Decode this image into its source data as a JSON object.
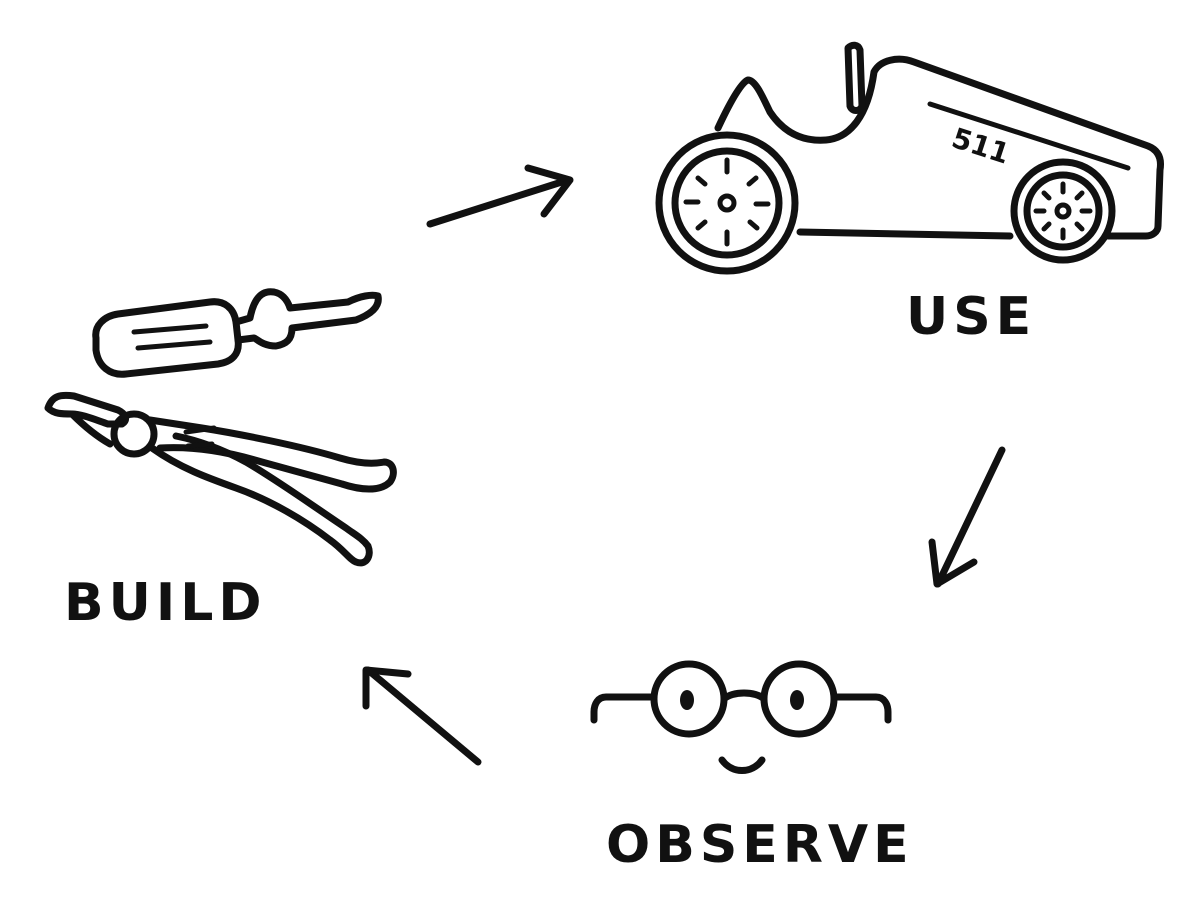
{
  "diagram": {
    "type": "cycle",
    "stages": [
      {
        "id": "use",
        "label": "USE",
        "icon": "race-car-icon",
        "car_number": "511"
      },
      {
        "id": "observe",
        "label": "OBSERVE",
        "icon": "glasses-face-icon"
      },
      {
        "id": "build",
        "label": "BUILD",
        "icons": [
          "screwdriver-icon",
          "pliers-icon"
        ]
      }
    ],
    "arrows": [
      {
        "from": "build",
        "to": "use"
      },
      {
        "from": "use",
        "to": "observe"
      },
      {
        "from": "observe",
        "to": "build"
      }
    ],
    "colors": {
      "ink": "#111111",
      "background": "#ffffff"
    }
  }
}
